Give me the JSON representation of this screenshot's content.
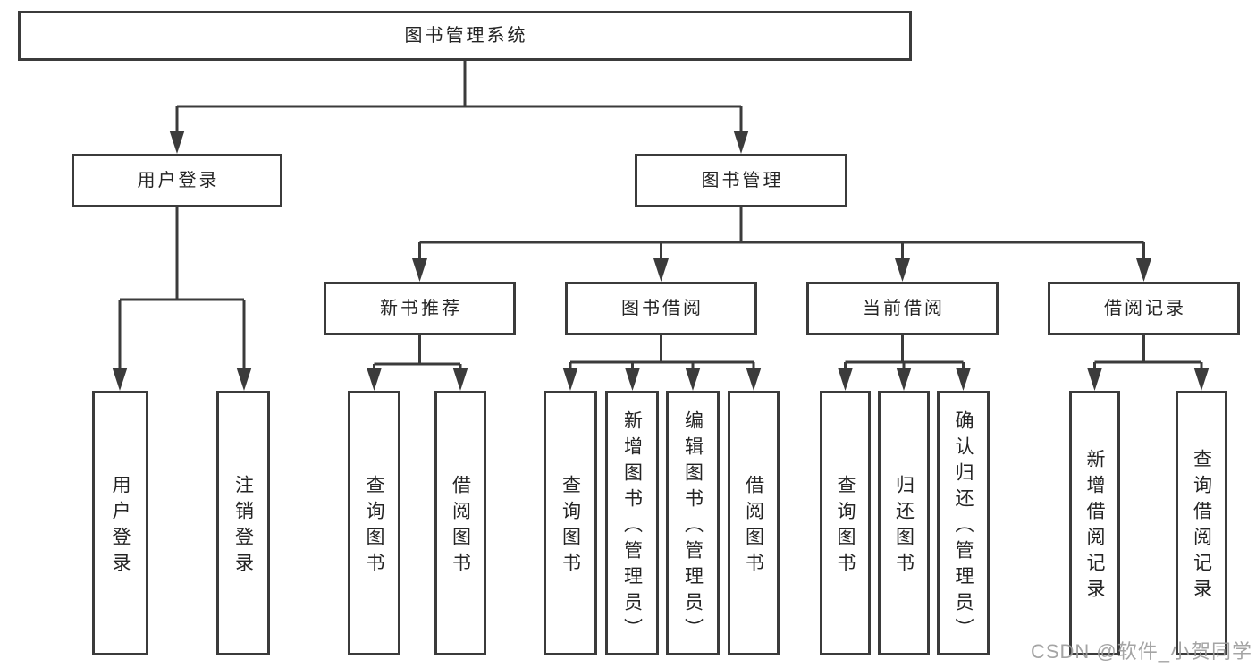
{
  "diagram_title": "图书管理系统",
  "nodes": {
    "root": "图书管理系统",
    "user_login": "用户登录",
    "book_mgmt": "图书管理",
    "new_book_rec": "新书推荐",
    "book_borrow": "图书借阅",
    "current_borrow": "当前借阅",
    "borrow_records": "借阅记录",
    "leaf_user_login": "用户登录",
    "leaf_logout": "注销登录",
    "leaf_query_books_1": "查询图书",
    "leaf_borrow_books_1": "借阅图书",
    "leaf_query_books_2": "查询图书",
    "leaf_add_book": "新增图书（管理员）",
    "leaf_edit_book": "编辑图书（管理员）",
    "leaf_borrow_books_2": "借阅图书",
    "leaf_query_books_3": "查询图书",
    "leaf_return_book": "归还图书",
    "leaf_confirm_return": "确认归还（管理员）",
    "leaf_add_record": "新增借阅记录",
    "leaf_query_record": "查询借阅记录"
  },
  "watermark": "CSDN @软件_小贺同学",
  "colors": {
    "line": "#3b3b3b",
    "box_border": "#3b3b3b",
    "text": "#242424",
    "watermark": "#9b9b9b",
    "background": "#ffffff"
  }
}
